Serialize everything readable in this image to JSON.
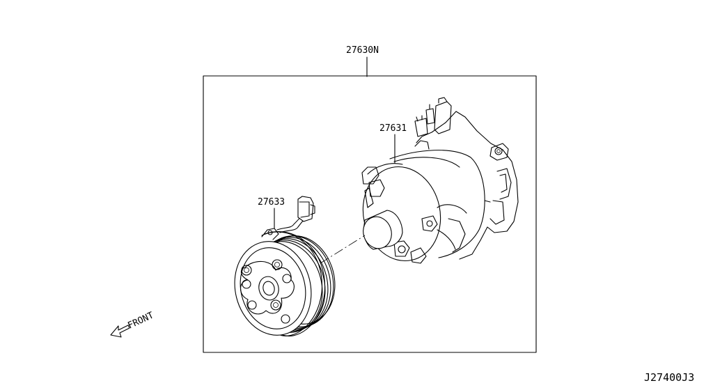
{
  "assembly_part_number": "27630N",
  "parts": {
    "compressor": "27631",
    "clutch": "27633"
  },
  "direction_label": "FRONT",
  "diagram_code": "J27400J3"
}
